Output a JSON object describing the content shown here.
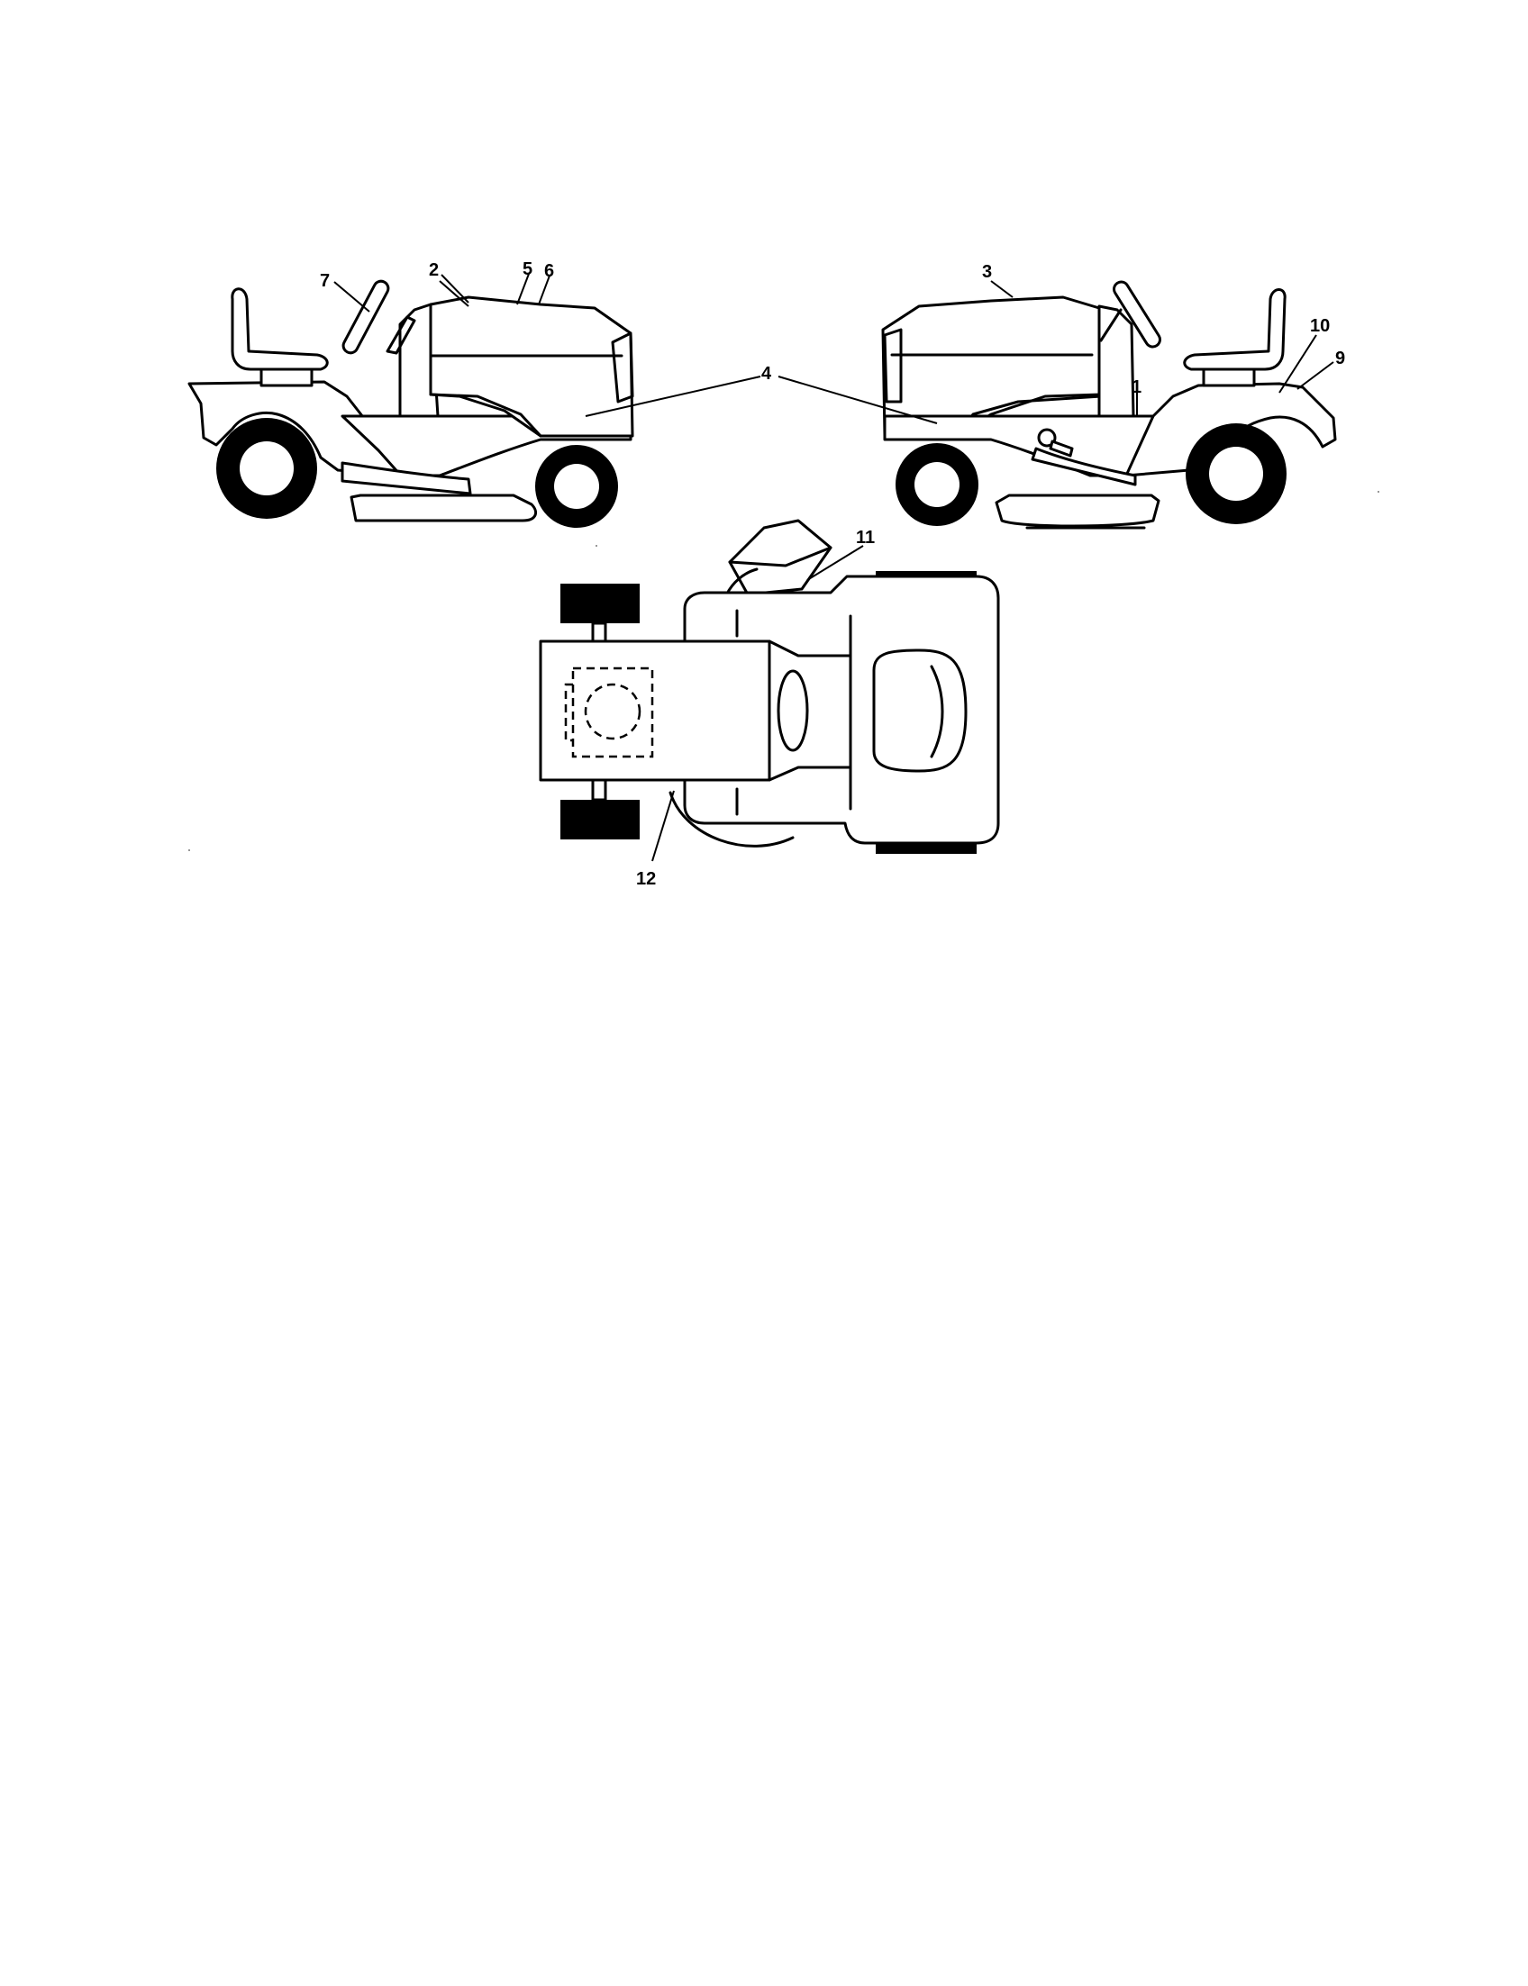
{
  "diagram": {
    "callouts": {
      "c1": "1",
      "c2": "2",
      "c3": "3",
      "c4": "4",
      "c5": "5",
      "c6": "6",
      "c7": "7",
      "c9": "9",
      "c10": "10",
      "c11": "11",
      "c12": "12"
    },
    "views": [
      "left-side-view",
      "right-side-view",
      "top-view"
    ]
  }
}
